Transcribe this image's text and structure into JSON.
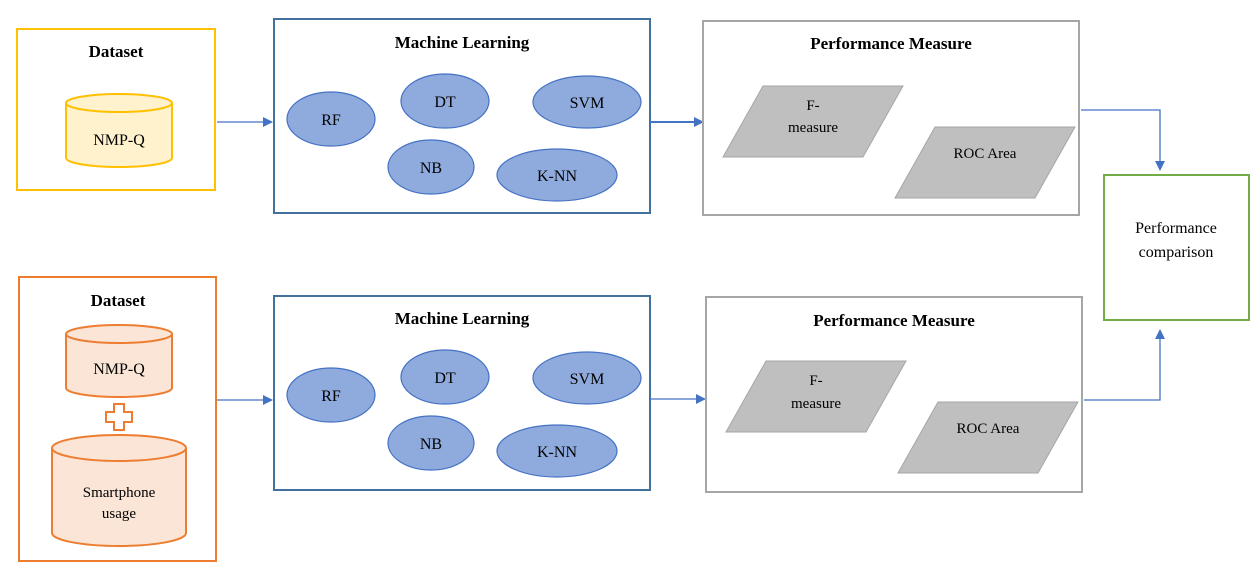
{
  "colors": {
    "dataset_top_border": "#FFC000",
    "dataset_top_fill": "#FFF2CC",
    "dataset_bottom_border": "#ED7D31",
    "dataset_bottom_fill": "#FBE5D6",
    "ml_border": "#41719C",
    "ellipse_fill": "#8FAADC",
    "ellipse_stroke": "#4472C4",
    "pm_border": "#A6A6A6",
    "parallelogram_fill": "#BFBFBF",
    "comparison_border": "#70AD47",
    "arrow": "#4472C4"
  },
  "top_row": {
    "dataset": {
      "title": "Dataset",
      "db1": "NMP-Q"
    },
    "ml": {
      "title": "Machine Learning",
      "models": {
        "rf": "RF",
        "dt": "DT",
        "svm": "SVM",
        "nb": "NB",
        "knn": "K-NN"
      }
    },
    "pm": {
      "title": "Performance Measure",
      "fmeasure_line1": "F-",
      "fmeasure_line2": "measure",
      "roc": "ROC Area"
    }
  },
  "bottom_row": {
    "dataset": {
      "title": "Dataset",
      "db1": "NMP-Q",
      "db2_line1": "Smartphone",
      "db2_line2": "usage"
    },
    "ml": {
      "title": "Machine Learning",
      "models": {
        "rf": "RF",
        "dt": "DT",
        "svm": "SVM",
        "nb": "NB",
        "knn": "K-NN"
      }
    },
    "pm": {
      "title": "Performance Measure",
      "fmeasure_line1": "F-",
      "fmeasure_line2": "measure",
      "roc": "ROC Area"
    }
  },
  "comparison": {
    "line1": "Performance",
    "line2": "comparison"
  }
}
